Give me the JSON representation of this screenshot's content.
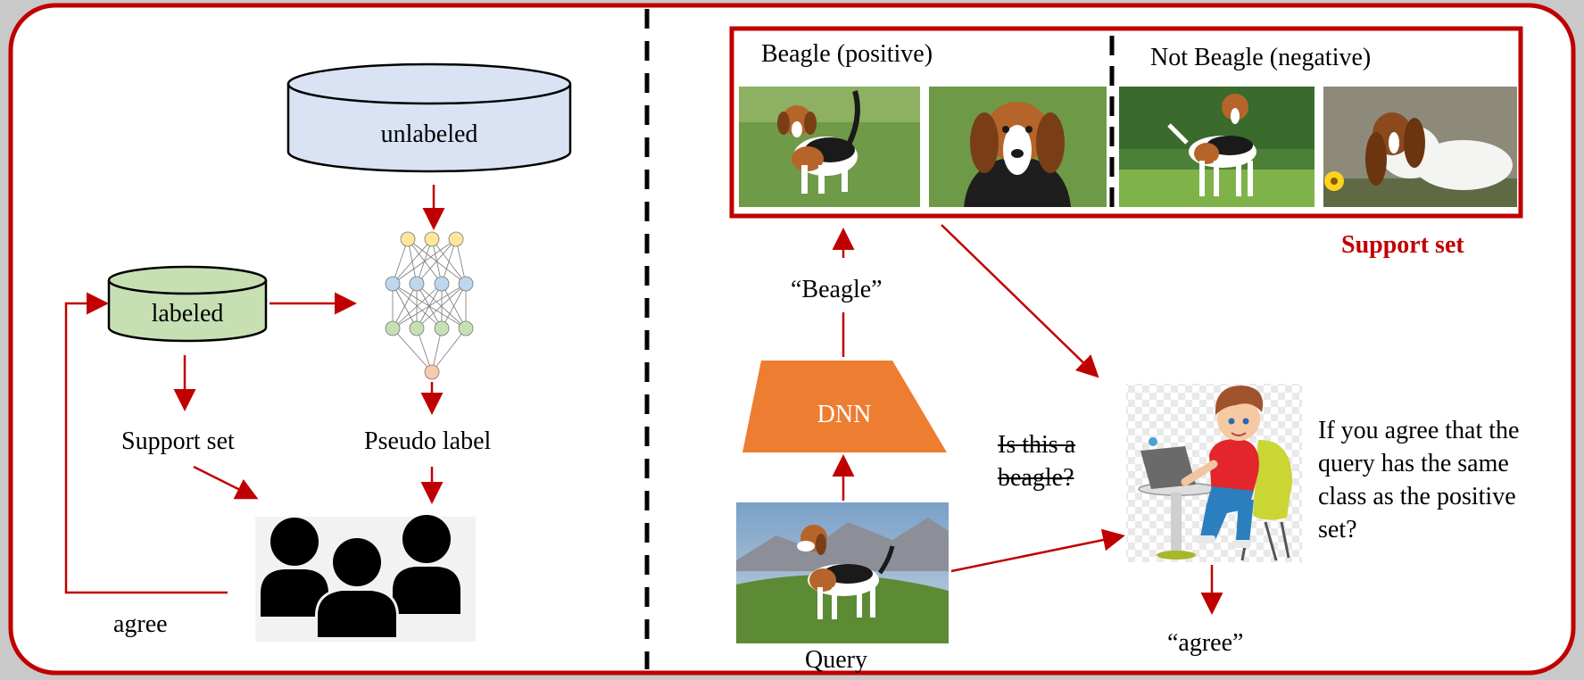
{
  "left_panel": {
    "unlabeled_db": "unlabeled",
    "labeled_db": "labeled",
    "support_set": "Support set",
    "pseudo_label": "Pseudo label",
    "agree": "agree"
  },
  "right_panel": {
    "positive_header": "Beagle (positive)",
    "negative_header": "Not Beagle (negative)",
    "support_set_title": "Support set",
    "predicted_label": "“Beagle”",
    "dnn": "DNN",
    "query": "Query",
    "struck_line_1": "Is this a",
    "struck_line_2": "beagle?",
    "question": "If you agree that the query has the same class as the positive set?",
    "agree_answer": "“agree”"
  },
  "colors": {
    "frame_red": "#c00000",
    "arrow_red": "#c00000",
    "unlabeled_fill": "#d9e3f3",
    "labeled_fill": "#c6e0b4",
    "dnn_orange": "#ed7d31",
    "background": "#c9c9c9",
    "panel": "#ffffff"
  },
  "icons": [
    "neural-network-icon",
    "people-group-icon",
    "boy-at-laptop-icon",
    "beagle-photo"
  ]
}
